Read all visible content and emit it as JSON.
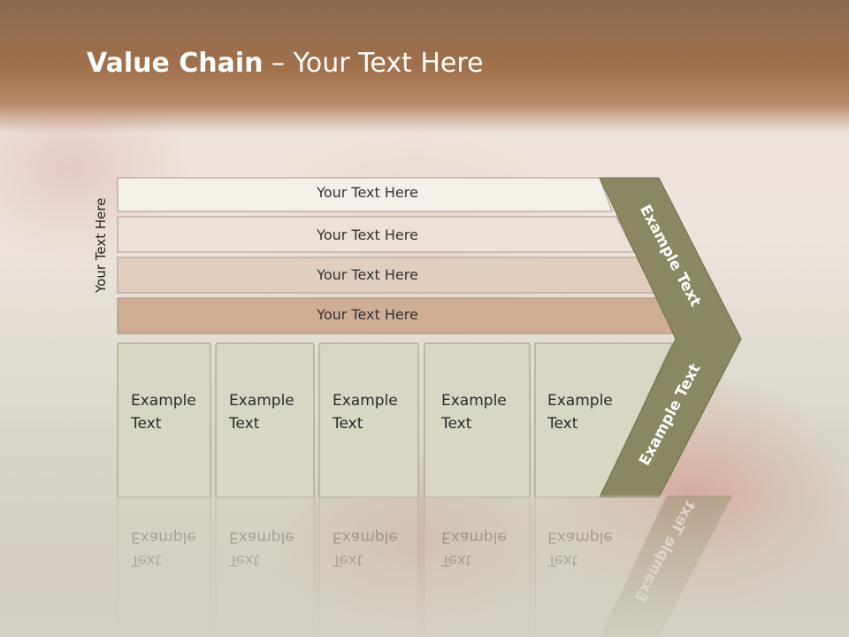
{
  "title": {
    "bold": "Value Chain",
    "rest": " – Your Text Here"
  },
  "side_label": "Your Text Here",
  "rows": [
    {
      "label": "Your Text Here",
      "fill": "#f3efe9"
    },
    {
      "label": "Your Text Here",
      "fill": "#ece0d7"
    },
    {
      "label": "Your Text Here",
      "fill": "#e2cebf"
    },
    {
      "label": "Your Text Here",
      "fill": "#cfae96"
    }
  ],
  "columns": [
    {
      "line1": "Example",
      "line2": "Text"
    },
    {
      "line1": "Example",
      "line2": "Text"
    },
    {
      "line1": "Example",
      "line2": "Text"
    },
    {
      "line1": "Example",
      "line2": "Text"
    },
    {
      "line1": "Example",
      "line2": "Text"
    }
  ],
  "chevron": {
    "upper_label": "Example Text",
    "lower_label": "Example Text",
    "color": "#8a8862"
  },
  "colors": {
    "cell_fill": "#d7d7c4",
    "cell_stroke": "#9a9a88",
    "header_brown": "#a0704b"
  }
}
